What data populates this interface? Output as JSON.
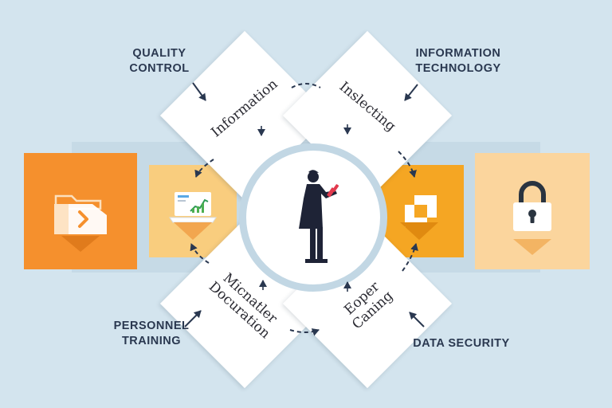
{
  "labels": {
    "quality_control": [
      "QUALITY",
      "CONTROL"
    ],
    "information_technology": [
      "INFORMATION",
      "TECHNOLOGY"
    ],
    "personnel_training": [
      "PERSONNEL",
      "TRAINING"
    ],
    "data_security": "DATA SECURITY"
  },
  "diamonds": {
    "top_left": [
      "Information"
    ],
    "top_right": [
      "Inslecting"
    ],
    "bottom_left": [
      "Micnatler",
      "Docuration"
    ],
    "bottom_right": [
      "Eoper",
      "Caning"
    ]
  },
  "tiles": [
    {
      "name": "folder-tile",
      "icon": "folder-arrow-icon",
      "color": "#f5902d"
    },
    {
      "name": "laptop-tile",
      "icon": "laptop-chart-icon",
      "color": "#f9cd7e"
    },
    {
      "name": "blocks-tile",
      "icon": "corner-blocks-icon",
      "color": "#f5a623"
    },
    {
      "name": "lock-tile",
      "icon": "padlock-icon",
      "color": "#fbd59d"
    }
  ],
  "colors": {
    "background": "#d3e4ee",
    "text": "#2a3850",
    "hub_ring": "#c2d7e4",
    "figure": "#1e2336",
    "accent_red": "#e23a4e"
  }
}
